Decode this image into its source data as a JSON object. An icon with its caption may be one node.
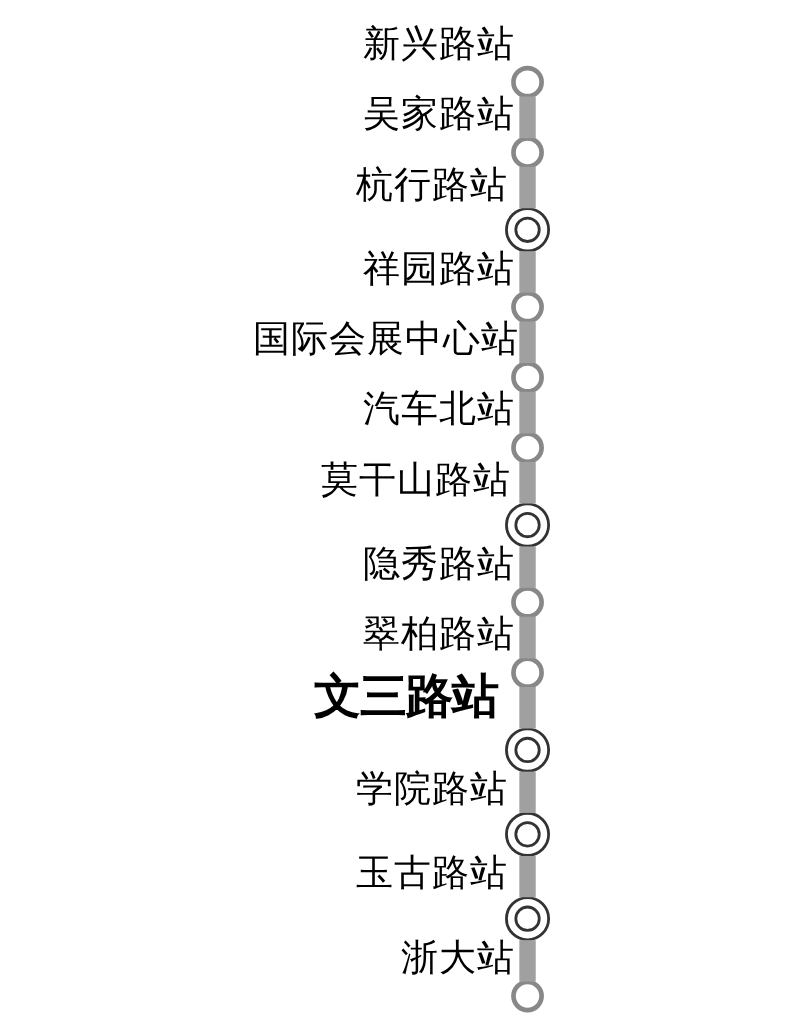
{
  "diagram": {
    "nodes": [
      {
        "text": [],
        "shape": "circle",
        "beside": [
          "新兴路站"
        ]
      },
      {
        "text": [],
        "shape": "circle",
        "beside": [
          "吴家路站"
        ]
      },
      {
        "text": [],
        "shape": "interchange",
        "beside": [
          "杭行路站"
        ]
      },
      {
        "text": [],
        "shape": "circle",
        "beside": [
          "祥园路站"
        ]
      },
      {
        "text": [],
        "shape": "circle",
        "beside": [
          "国际会展中心站"
        ]
      },
      {
        "text": [],
        "shape": "circle",
        "beside": [
          "汽车北站"
        ]
      },
      {
        "text": [],
        "shape": "interchange",
        "beside": [
          "莫干山路站"
        ]
      },
      {
        "text": [],
        "shape": "circle",
        "beside": [
          "隐秀路站"
        ]
      },
      {
        "text": [],
        "shape": "circle",
        "beside": [
          "翠柏路站"
        ]
      },
      {
        "text": [],
        "shape": "interchange",
        "beside": [
          "文三路站"
        ]
      },
      {
        "text": [],
        "shape": "interchange",
        "beside": [
          "学院路站"
        ]
      },
      {
        "text": [],
        "shape": "interchange",
        "beside": [
          "玉古路站"
        ]
      },
      {
        "text": [],
        "shape": "circle",
        "beside": [
          "浙大站"
        ]
      }
    ],
    "edges": [
      {
        "from": 0,
        "to": 1,
        "arrow": "none"
      },
      {
        "from": 1,
        "to": 2,
        "arrow": "none"
      },
      {
        "from": 2,
        "to": 3,
        "arrow": "none"
      },
      {
        "from": 3,
        "to": 4,
        "arrow": "none"
      },
      {
        "from": 4,
        "to": 5,
        "arrow": "none"
      },
      {
        "from": 5,
        "to": 6,
        "arrow": "none"
      },
      {
        "from": 6,
        "to": 7,
        "arrow": "none"
      },
      {
        "from": 7,
        "to": 8,
        "arrow": "none"
      },
      {
        "from": 8,
        "to": 9,
        "arrow": "none"
      },
      {
        "from": 9,
        "to": 10,
        "arrow": "none"
      },
      {
        "from": 10,
        "to": 11,
        "arrow": "none"
      },
      {
        "from": 11,
        "to": 12,
        "arrow": "none"
      }
    ]
  }
}
